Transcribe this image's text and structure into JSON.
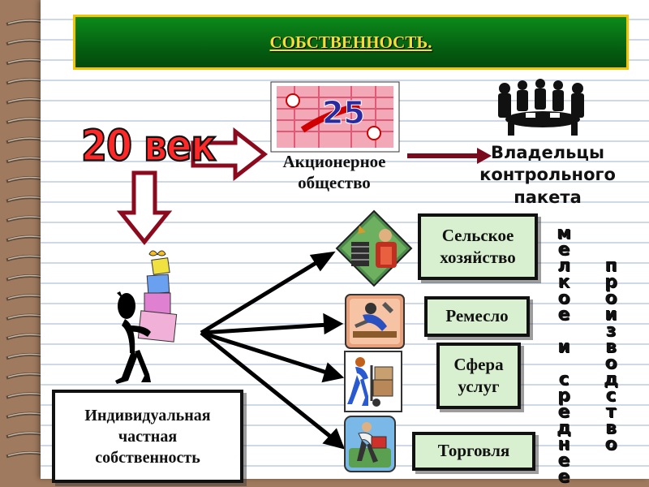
{
  "title": "СОБСТВЕННОСТЬ.",
  "century": "20 век",
  "joint_stock": "Акционерное общество",
  "owners": "Владельцы контрольного пакета",
  "individual": "Индивидуальная частная собственность",
  "sectors": [
    "Сельское хозяйство",
    "Ремесло",
    "Сфера услуг",
    "Торговля"
  ],
  "vertical_left": "мелкое и среднее",
  "vertical_right": "производство",
  "icons": [
    "stock-certificate-icon",
    "business-meeting-icon",
    "gift-boxes-carrier-icon",
    "agriculture-icon",
    "craftsman-icon",
    "delivery-worker-icon",
    "trader-icon"
  ],
  "colors": {
    "banner_green": "#045a10",
    "banner_border": "#f3c400",
    "title_text": "#f7dc3a",
    "century_red": "#ff2828",
    "arrow_red": "#8b0a1e",
    "background": "#a07a5e"
  }
}
